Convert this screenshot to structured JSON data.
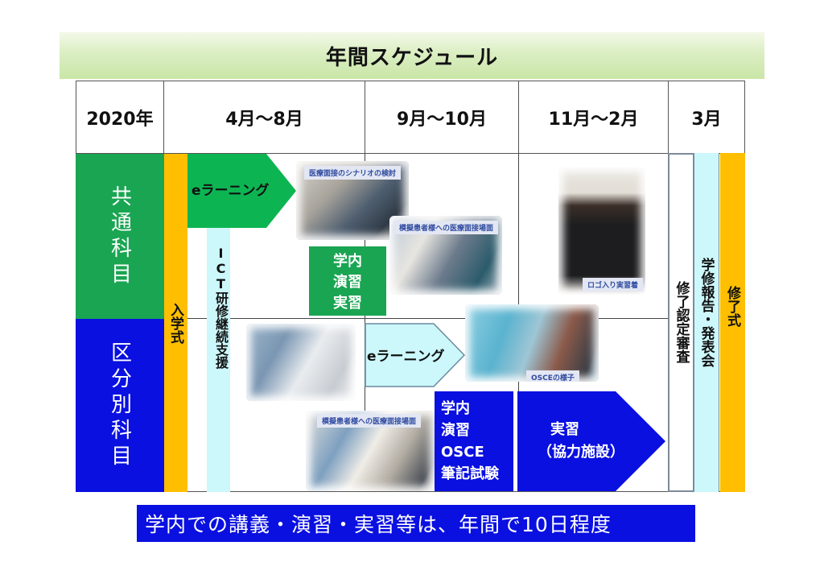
{
  "title": "年間スケジュール",
  "header": {
    "year": "2020年",
    "periods": [
      "4月～8月",
      "9月～10月",
      "11月～2月",
      "3月"
    ]
  },
  "rows": [
    {
      "label": "共通科目",
      "color": "#1aa552"
    },
    {
      "label": "区分別科目",
      "color": "#0a10e0"
    }
  ],
  "ceremonies": {
    "entrance": "入学式",
    "ict_support": "ICT研修継続支援",
    "completion_review": "修了認定審査",
    "report_presentation": "学修報告・発表会",
    "graduation": "修了式"
  },
  "common": {
    "elearning": "eラーニング",
    "campus_practice": [
      "学内",
      "演習",
      "実習"
    ],
    "photo_captions": [
      "医療面接のシナリオの検討",
      "模擬患者様への医療面接場面",
      "ロゴ入り実習着"
    ]
  },
  "specialty": {
    "elearning": "eラーニング",
    "campus_practice": [
      "学内",
      "演習",
      "OSCE",
      "筆記試験"
    ],
    "clinical": [
      "実習",
      "（協力施設）"
    ],
    "photo_captions": [
      "OSCEの様子",
      "模擬患者様への医療面接場面"
    ]
  },
  "footer": "学内での講義・演習・実習等は、年間で10日程度",
  "colors": {
    "green": "#1aa552",
    "green_arrow": "#0db552",
    "blue": "#0a10e0",
    "orange": "#ffbf00",
    "light_cyan": "#ccf7fb",
    "title_green": "#c9e6a6"
  }
}
